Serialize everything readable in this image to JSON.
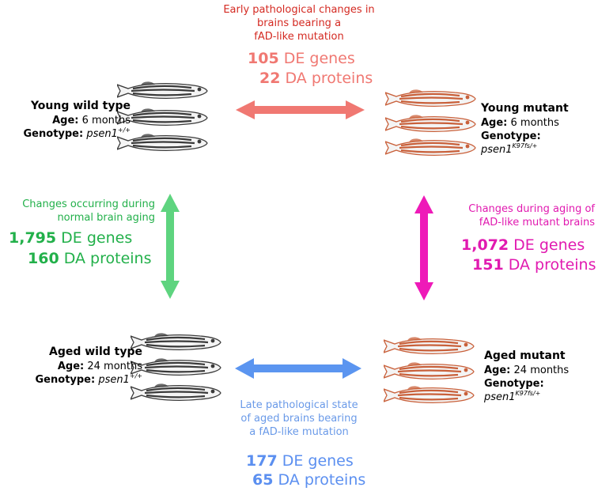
{
  "colors": {
    "top_arrow": "#f07872",
    "top_caption": "#d42a22",
    "top_stats": "#f07872",
    "left_arrow": "#5ed47f",
    "left_text": "#22b04a",
    "right_arrow": "#ee1ab8",
    "right_text": "#e11ab0",
    "bottom_arrow": "#5b95f0",
    "bottom_caption": "#6a9ae8",
    "bottom_stats": "#5b8ff0",
    "wild_fish": "#3a3a3a",
    "mutant_fish": "#c9603a"
  },
  "groups": {
    "young_wild": {
      "title": "Young wild type",
      "age_label": "Age:",
      "age_value": "6 months",
      "genotype_label": "Genotype:",
      "gene": "psen1",
      "allele": "+/+"
    },
    "young_mutant": {
      "title": "Young mutant",
      "age_label": "Age:",
      "age_value": "6 months",
      "genotype_label": "Genotype:",
      "gene": "psen1",
      "allele": "K97fs/+"
    },
    "aged_wild": {
      "title": "Aged wild type",
      "age_label": "Age:",
      "age_value": "24 months",
      "genotype_label": "Genotype:",
      "gene": "psen1",
      "allele": "+/+"
    },
    "aged_mutant": {
      "title": "Aged mutant",
      "age_label": "Age:",
      "age_value": "24 months",
      "genotype_label": "Genotype:",
      "gene": "psen1",
      "allele": "K97fs/+"
    }
  },
  "comparisons": {
    "top": {
      "caption_lines": [
        "Early pathological changes in",
        "brains bearing a",
        "fAD-like mutation"
      ],
      "de_count": "105",
      "de_label": "DE genes",
      "da_count": "22",
      "da_label": "DA proteins"
    },
    "left": {
      "caption_lines": [
        "Changes occurring during",
        "normal brain aging"
      ],
      "de_count": "1,795",
      "de_label": "DE genes",
      "da_count": "160",
      "da_label": "DA proteins"
    },
    "right": {
      "caption_lines": [
        "Changes during aging of",
        "fAD-like mutant brains"
      ],
      "de_count": "1,072",
      "de_label": "DE genes",
      "da_count": "151",
      "da_label": "DA proteins"
    },
    "bottom": {
      "caption_lines": [
        "Late pathological state",
        "of aged brains bearing",
        "a fAD-like mutation"
      ],
      "de_count": "177",
      "de_label": "DE genes",
      "da_count": "65",
      "da_label": "DA proteins"
    }
  }
}
